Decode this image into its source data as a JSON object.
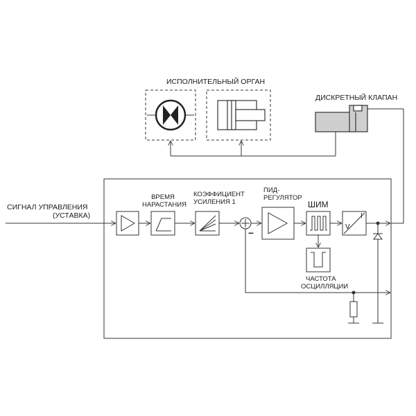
{
  "labels": {
    "actuator": "ИСПОЛНИТЕЛЬНЫЙ ОРГАН",
    "discrete_valve": "ДИСКРЕТНЫЙ КЛАПАН",
    "signal_line1": "СИГНАЛ УПРАВЛЕНИЯ",
    "signal_line2": "(УСТАВКА)",
    "ramp_line1": "ВРЕМЯ",
    "ramp_line2": "НАРАСТАНИЯ",
    "gain_line1": "КОЭФФИЦИЕНТ",
    "gain_line2": "УСИЛЕНИЯ 1",
    "pid_line1": "ПИД-",
    "pid_line2": "РЕГУЛЯТОР",
    "pwm": "ШИМ",
    "dither_line1": "ЧАСТОТА",
    "dither_line2": "ОСЦИЛЛЯЦИИ",
    "conv_v": "V",
    "conv_i": "I",
    "minus": "–"
  },
  "colors": {
    "line": "#333333",
    "block_fill": "#ffffff",
    "shaded": "#cfcfcf"
  }
}
